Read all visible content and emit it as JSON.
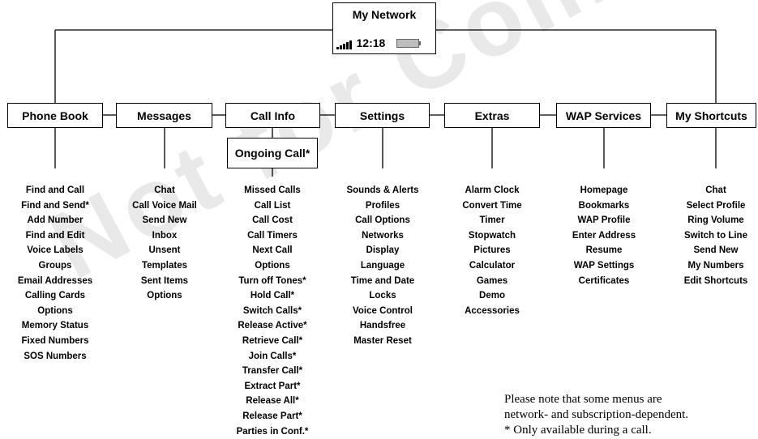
{
  "watermark": "Not for Commercial Use",
  "root": {
    "title": "My Network",
    "time": "12:18",
    "signal_icon": "signal-bars-icon",
    "battery_icon": "battery-icon"
  },
  "menus": [
    {
      "label": "Phone Book",
      "items": [
        "Find and Call",
        "Find and Send*",
        "Add Number",
        "Find and Edit",
        "Voice Labels",
        "Groups",
        "Email Addresses",
        "Calling Cards",
        "Options",
        "Memory Status",
        "Fixed Numbers",
        "SOS Numbers"
      ]
    },
    {
      "label": "Messages",
      "items": [
        "Chat",
        "Call Voice Mail",
        "Send New",
        "Inbox",
        "Unsent",
        "Templates",
        "Sent Items",
        "Options"
      ]
    },
    {
      "label": "Call Info",
      "sub_label": "Ongoing Call*",
      "items": [
        "Missed Calls",
        "Call List",
        "Call Cost",
        "Call Timers",
        "Next Call",
        "Options",
        "Turn off Tones*",
        "Hold Call*",
        "Switch Calls*",
        "Release Active*",
        "Retrieve Call*",
        "Join Calls*",
        "Transfer Call*",
        "Extract Part*",
        "Release All*",
        "Release Part*",
        "Parties in Conf.*"
      ]
    },
    {
      "label": "Settings",
      "items": [
        "Sounds & Alerts",
        "Profiles",
        "Call Options",
        "Networks",
        "Display",
        "Language",
        "Time and Date",
        "Locks",
        "Voice Control",
        "Handsfree",
        "Master Reset"
      ]
    },
    {
      "label": "Extras",
      "items": [
        "Alarm Clock",
        "Convert Time",
        "Timer",
        "Stopwatch",
        "Pictures",
        "Calculator",
        "Games",
        "Demo",
        "Accessories"
      ]
    },
    {
      "label": "WAP Services",
      "items": [
        "Homepage",
        "Bookmarks",
        "WAP Profile",
        "Enter Address",
        "Resume",
        "WAP Settings",
        "Certificates"
      ]
    },
    {
      "label": "My Shortcuts",
      "items": [
        "Chat",
        "Select Profile",
        "Ring Volume",
        "Switch to Line",
        "Send New",
        "My Numbers",
        "Edit Shortcuts"
      ]
    }
  ],
  "note": {
    "line1": "Please note that some menus are",
    "line2": "network- and subscription-dependent.",
    "line3": "* Only available during a call."
  }
}
